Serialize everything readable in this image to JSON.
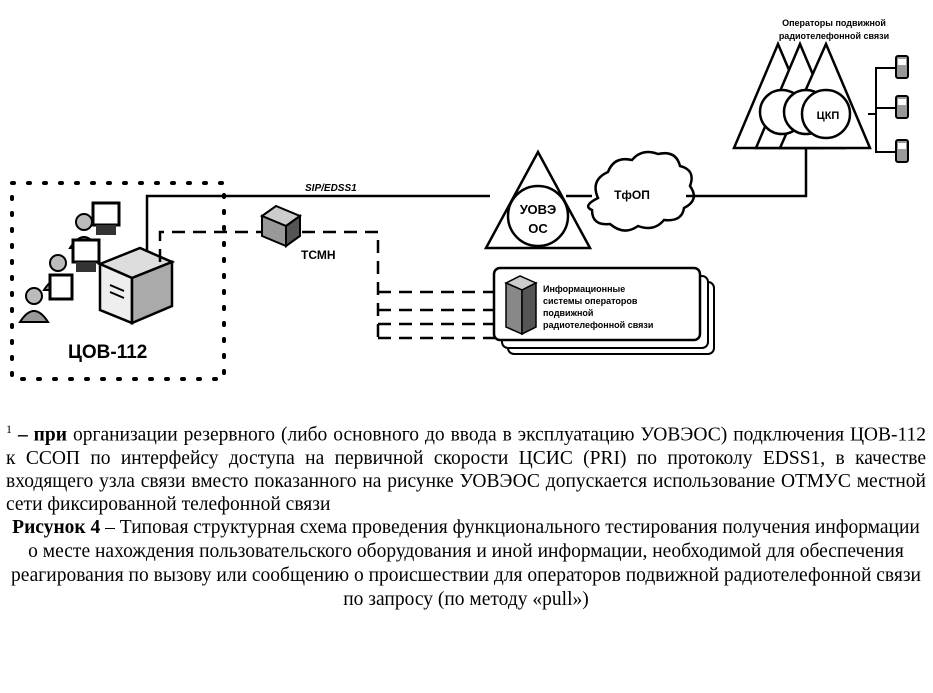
{
  "diagram": {
    "operators_label_line1": "Операторы подвижной",
    "operators_label_line2": "радиотелефонной связи",
    "ckp_label": "ЦКП",
    "sip_label": "SIP/EDSS1",
    "tfop_label": "ТфОП",
    "uoveos_line1": "УОВЭ",
    "uoveos_line2": "ОС",
    "tsmn_label": "ТСМН",
    "info_line1": "Информационные",
    "info_line2": "системы операторов",
    "info_line3": "подвижной",
    "info_line4": "радиотелефонной связи",
    "cov_label": "ЦОВ-112"
  },
  "note": {
    "marker": "1",
    "bold_lead": "– при",
    "text": " организации резервного (либо основного до ввода в эксплуатацию УОВЭОС) подключения ЦОВ-112 к ССОП по интерфейсу доступа на первичной скорости ЦСИС (PRI) по протоколу EDSS1, в качестве входящего узла связи вместо показанного на рисунке УОВЭОС допускается использование ОТМУС местной сети фиксированной телефонной связи"
  },
  "figure": {
    "label": "Рисунок 4",
    "text": " – Типовая структурная схема проведения функционального тестирования получения информации о месте нахождения пользовательского оборудования и иной информации, необходимой для обеспечения реагирования по вызову или сообщению о происшествии для операторов подвижной радиотелефонной связи по запросу (по методу «pull»)"
  }
}
